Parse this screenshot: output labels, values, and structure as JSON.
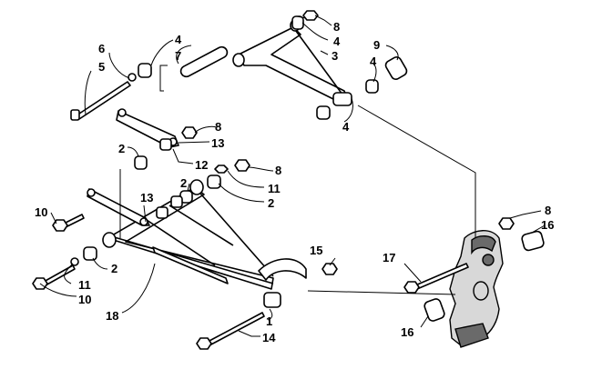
{
  "diagram": {
    "callouts": [
      {
        "id": "c8a",
        "label": "8"
      },
      {
        "id": "c4a",
        "label": "4"
      },
      {
        "id": "c3",
        "label": "3"
      },
      {
        "id": "c4b",
        "label": "4"
      },
      {
        "id": "c7",
        "label": "7"
      },
      {
        "id": "c6",
        "label": "6"
      },
      {
        "id": "c5",
        "label": "5"
      },
      {
        "id": "c9",
        "label": "9"
      },
      {
        "id": "c4c",
        "label": "4"
      },
      {
        "id": "c4d",
        "label": "4"
      },
      {
        "id": "c8b",
        "label": "8"
      },
      {
        "id": "c13a",
        "label": "13"
      },
      {
        "id": "c2a",
        "label": "2"
      },
      {
        "id": "c12",
        "label": "12"
      },
      {
        "id": "c8c",
        "label": "8"
      },
      {
        "id": "c11a",
        "label": "11"
      },
      {
        "id": "c2b",
        "label": "2"
      },
      {
        "id": "c2c",
        "label": "2"
      },
      {
        "id": "c13b",
        "label": "13"
      },
      {
        "id": "c10a",
        "label": "10"
      },
      {
        "id": "c8d",
        "label": "8"
      },
      {
        "id": "c16a",
        "label": "16"
      },
      {
        "id": "c15",
        "label": "15"
      },
      {
        "id": "c17",
        "label": "17"
      },
      {
        "id": "c2d",
        "label": "2"
      },
      {
        "id": "c11b",
        "label": "11"
      },
      {
        "id": "c10b",
        "label": "10"
      },
      {
        "id": "c18",
        "label": "18"
      },
      {
        "id": "c1",
        "label": "1"
      },
      {
        "id": "c14",
        "label": "14"
      },
      {
        "id": "c16b",
        "label": "16"
      }
    ]
  }
}
